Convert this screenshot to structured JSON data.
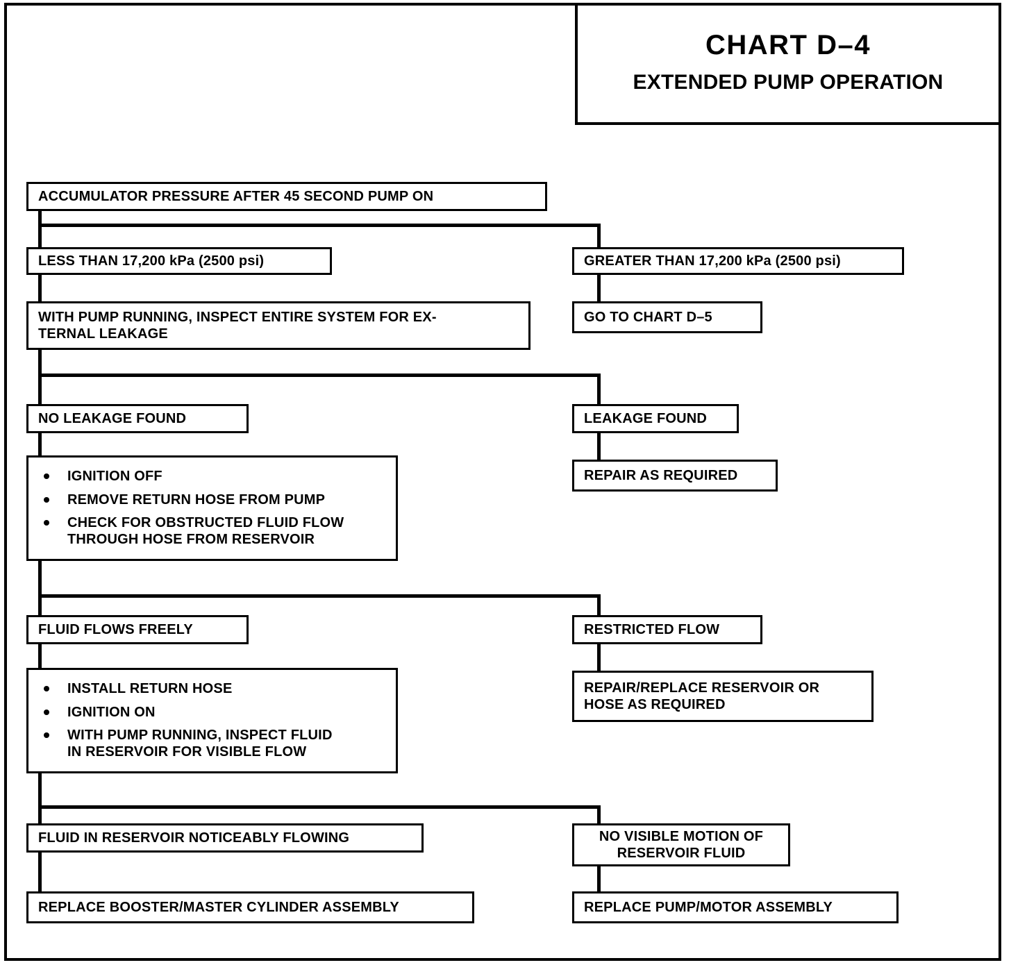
{
  "title": {
    "chart_id": "CHART D–4",
    "chart_name": "EXTENDED PUMP OPERATION"
  },
  "flowchart": {
    "type": "diagnostic-flowchart",
    "nodes": {
      "start": "ACCUMULATOR PRESSURE AFTER 45 SECOND PUMP ON",
      "branch1_left": "LESS THAN 17,200 kPa (2500 psi)",
      "branch1_right": "GREATER THAN 17,200 kPa (2500 psi)",
      "inspect_leakage": "WITH PUMP RUNNING, INSPECT ENTIRE SYSTEM FOR EX-\nTERNAL LEAKAGE",
      "goto_d5": "GO TO CHART D–5",
      "no_leakage": "NO LEAKAGE FOUND",
      "leakage_found": "LEAKAGE FOUND",
      "repair_required": "REPAIR AS REQUIRED",
      "check_steps": [
        "IGNITION OFF",
        "REMOVE RETURN HOSE FROM PUMP",
        "CHECK FOR OBSTRUCTED FLUID FLOW\nTHROUGH HOSE FROM RESERVOIR"
      ],
      "fluid_free": "FLUID FLOWS FREELY",
      "restricted_flow": "RESTRICTED FLOW",
      "repair_reservoir": "REPAIR/REPLACE RESERVOIR OR\nHOSE AS REQUIRED",
      "install_steps": [
        "INSTALL RETURN HOSE",
        "IGNITION ON",
        "WITH PUMP RUNNING, INSPECT FLUID\nIN RESERVOIR FOR VISIBLE FLOW"
      ],
      "noticeable_flow": "FLUID IN RESERVOIR NOTICEABLY FLOWING",
      "no_motion": "NO VISIBLE MOTION OF\nRESERVOIR FLUID",
      "replace_booster": "REPLACE BOOSTER/MASTER CYLINDER ASSEMBLY",
      "replace_pump": "REPLACE PUMP/MOTOR  ASSEMBLY"
    }
  },
  "colors": {
    "ink": "#000000",
    "paper": "#ffffff"
  }
}
